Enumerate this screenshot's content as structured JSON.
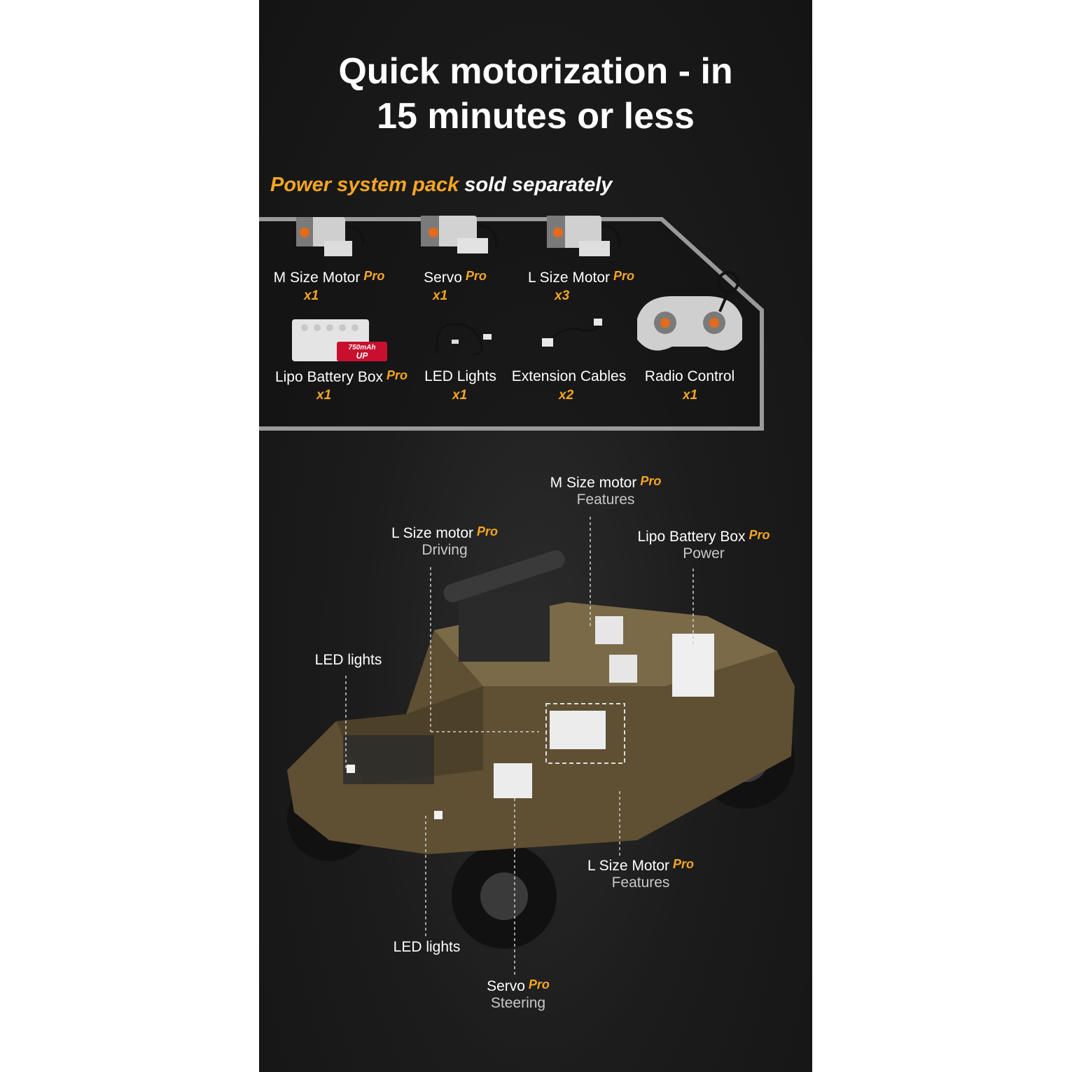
{
  "headline": {
    "line1": "Quick motorization - in",
    "line2": "15 minutes or less"
  },
  "subtitle": {
    "highlight": "Power system pack",
    "rest": "sold separately"
  },
  "pro_badge": "Pro",
  "components": [
    {
      "name": "M Size Motor",
      "qty": "x1",
      "pro": true,
      "icon": "m-motor-icon"
    },
    {
      "name": "Servo",
      "qty": "x1",
      "pro": true,
      "icon": "servo-icon"
    },
    {
      "name": "L Size Motor",
      "qty": "x3",
      "pro": true,
      "icon": "l-motor-icon"
    },
    {
      "name": "Lipo Battery Box",
      "qty": "x1",
      "pro": true,
      "icon": "battery-box-icon",
      "badge": "750mAh UP"
    },
    {
      "name": "LED Lights",
      "qty": "x1",
      "pro": false,
      "icon": "led-lights-icon"
    },
    {
      "name": "Extension Cables",
      "qty": "x2",
      "pro": false,
      "icon": "extension-cable-icon"
    },
    {
      "name": "Radio Control",
      "qty": "x1",
      "pro": false,
      "icon": "radio-control-icon"
    }
  ],
  "callouts": [
    {
      "title": "M Size motor",
      "pro": true,
      "sub": "Features"
    },
    {
      "title": "L Size motor",
      "pro": true,
      "sub": "Driving"
    },
    {
      "title": "Lipo Battery Box",
      "pro": true,
      "sub": "Power"
    },
    {
      "title": "LED lights",
      "pro": false,
      "sub": ""
    },
    {
      "title": "L Size Motor",
      "pro": true,
      "sub": "Features"
    },
    {
      "title": "LED lights",
      "pro": false,
      "sub": ""
    },
    {
      "title": "Servo",
      "pro": true,
      "sub": "Steering"
    }
  ],
  "colors": {
    "accent": "#f5a623",
    "background": "#1c1c1c",
    "vehicle": "#6b5a3a",
    "panel_border": "#9a9a9a"
  }
}
